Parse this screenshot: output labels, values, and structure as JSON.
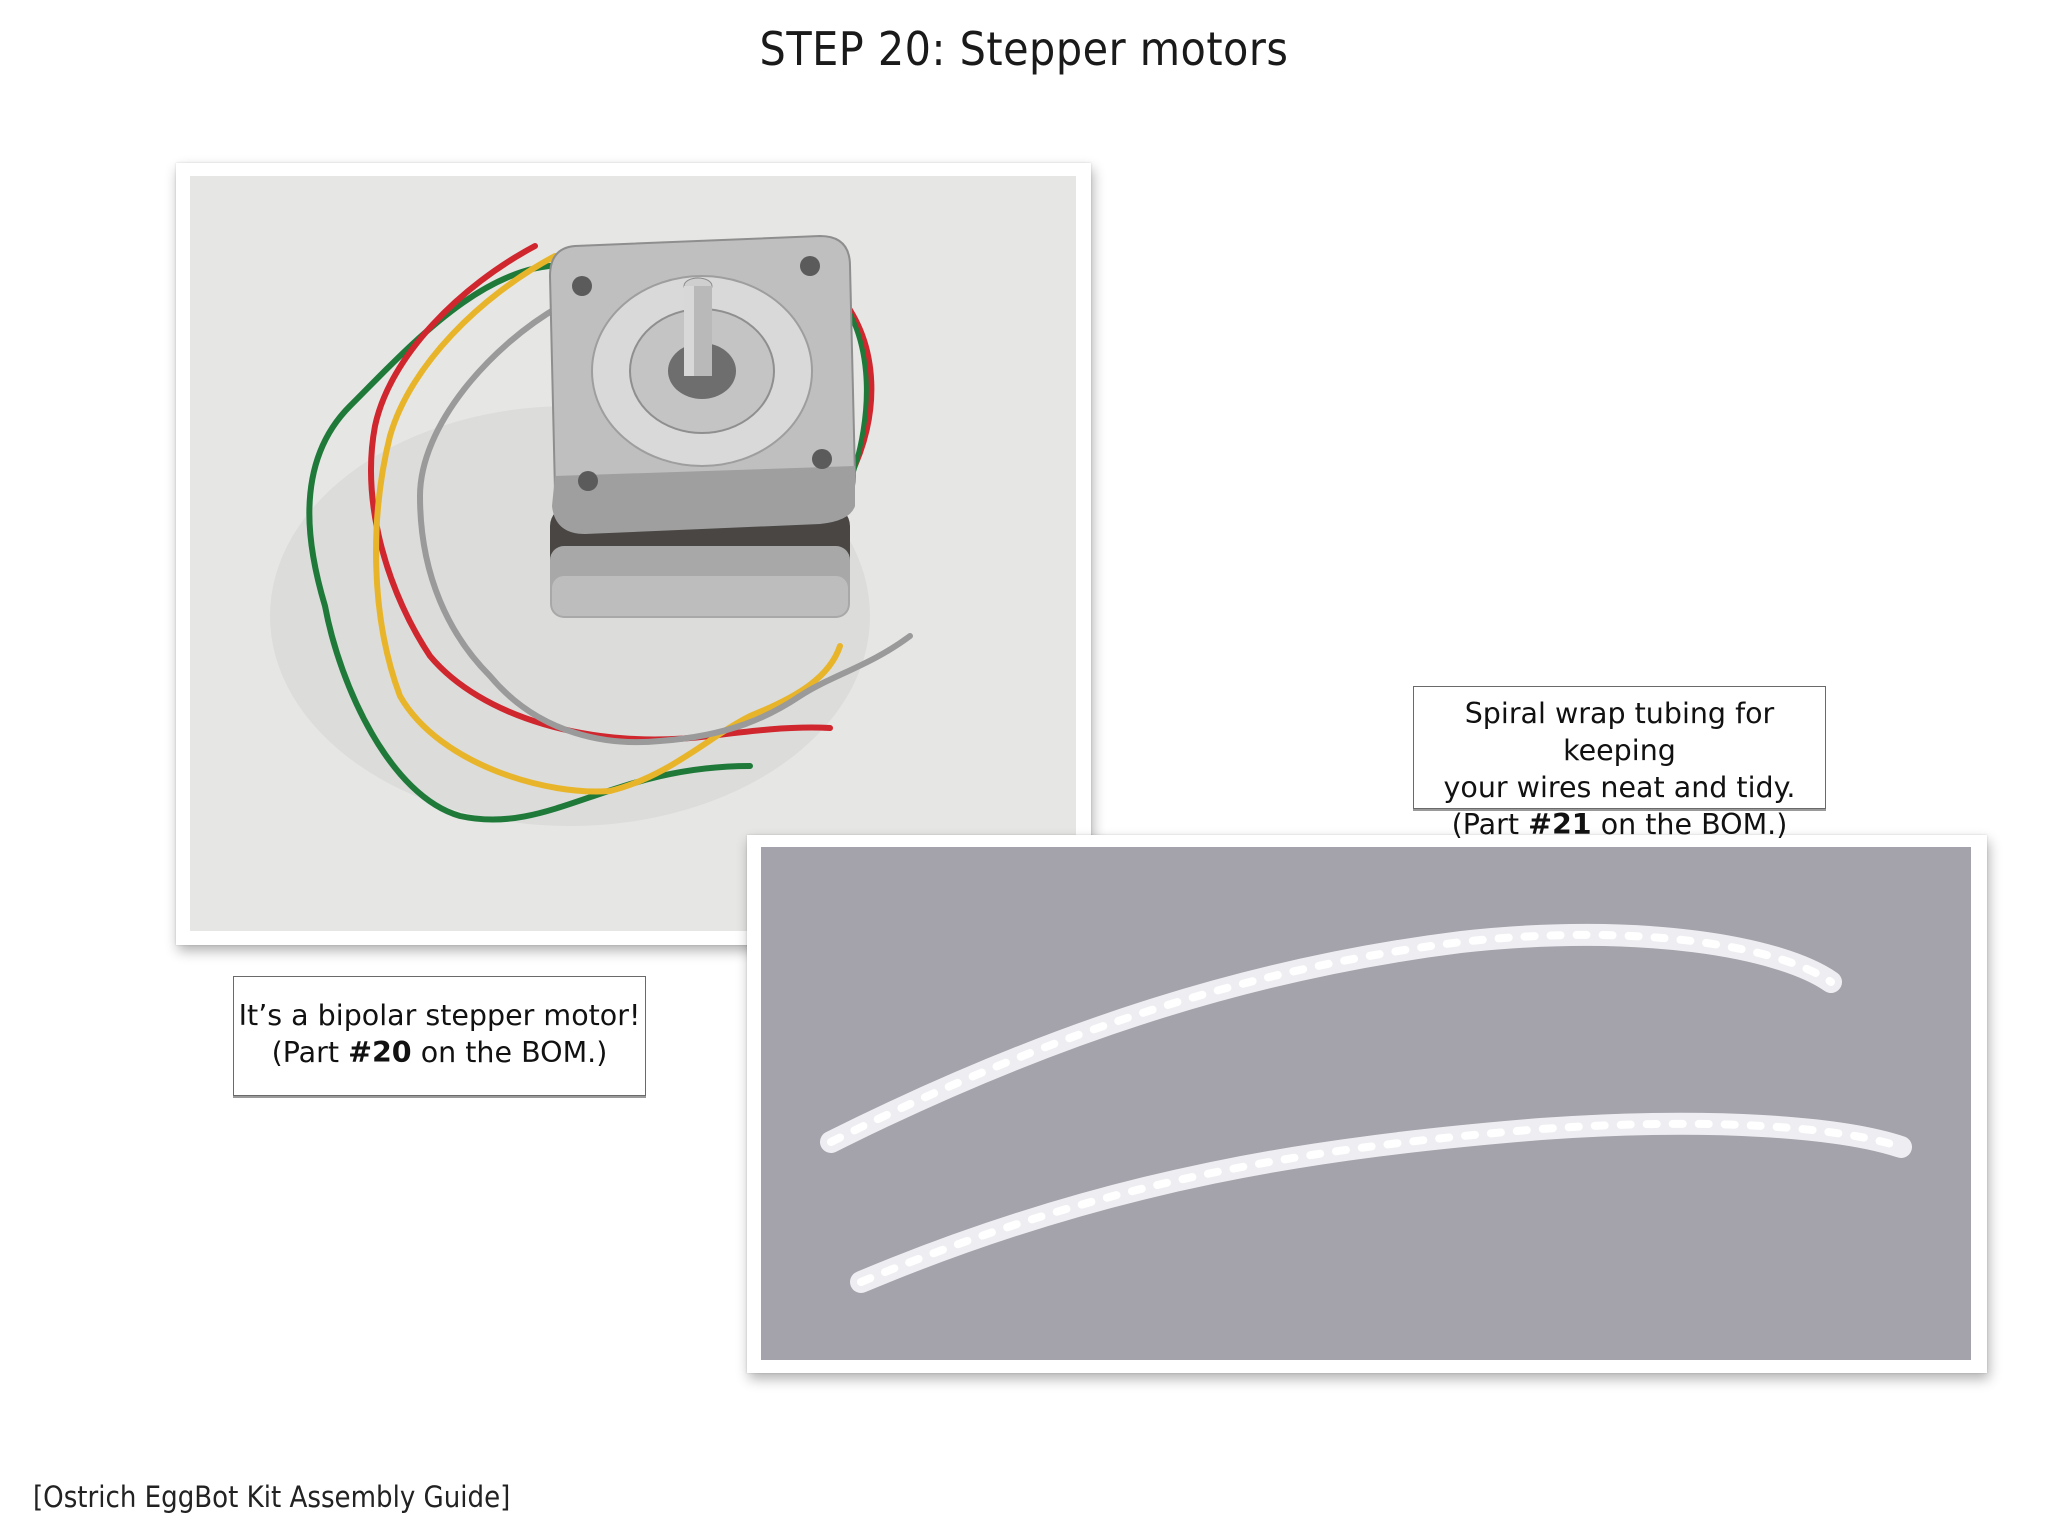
{
  "title": "STEP 20: Stepper motors",
  "motor_caption": {
    "line1": "It’s a bipolar stepper motor!",
    "line2_pre": "(Part ",
    "line2_bold": "#20",
    "line2_post": " on the BOM.)"
  },
  "tubing_caption": {
    "line1": "Spiral wrap tubing for keeping",
    "line2": "your wires neat and tidy.",
    "line3_pre": "(Part ",
    "line3_bold": "#21",
    "line3_post": " on the BOM.)"
  },
  "footer": "[Ostrich EggBot Kit Assembly Guide]",
  "colors": {
    "motor_bg": "#e6e6e4",
    "tubing_bg": "#a4a3ac",
    "wire_green": "#1f7a3a",
    "wire_red": "#d0262e",
    "wire_yellow": "#e8b52a",
    "wire_gray": "#9a9a9a"
  }
}
